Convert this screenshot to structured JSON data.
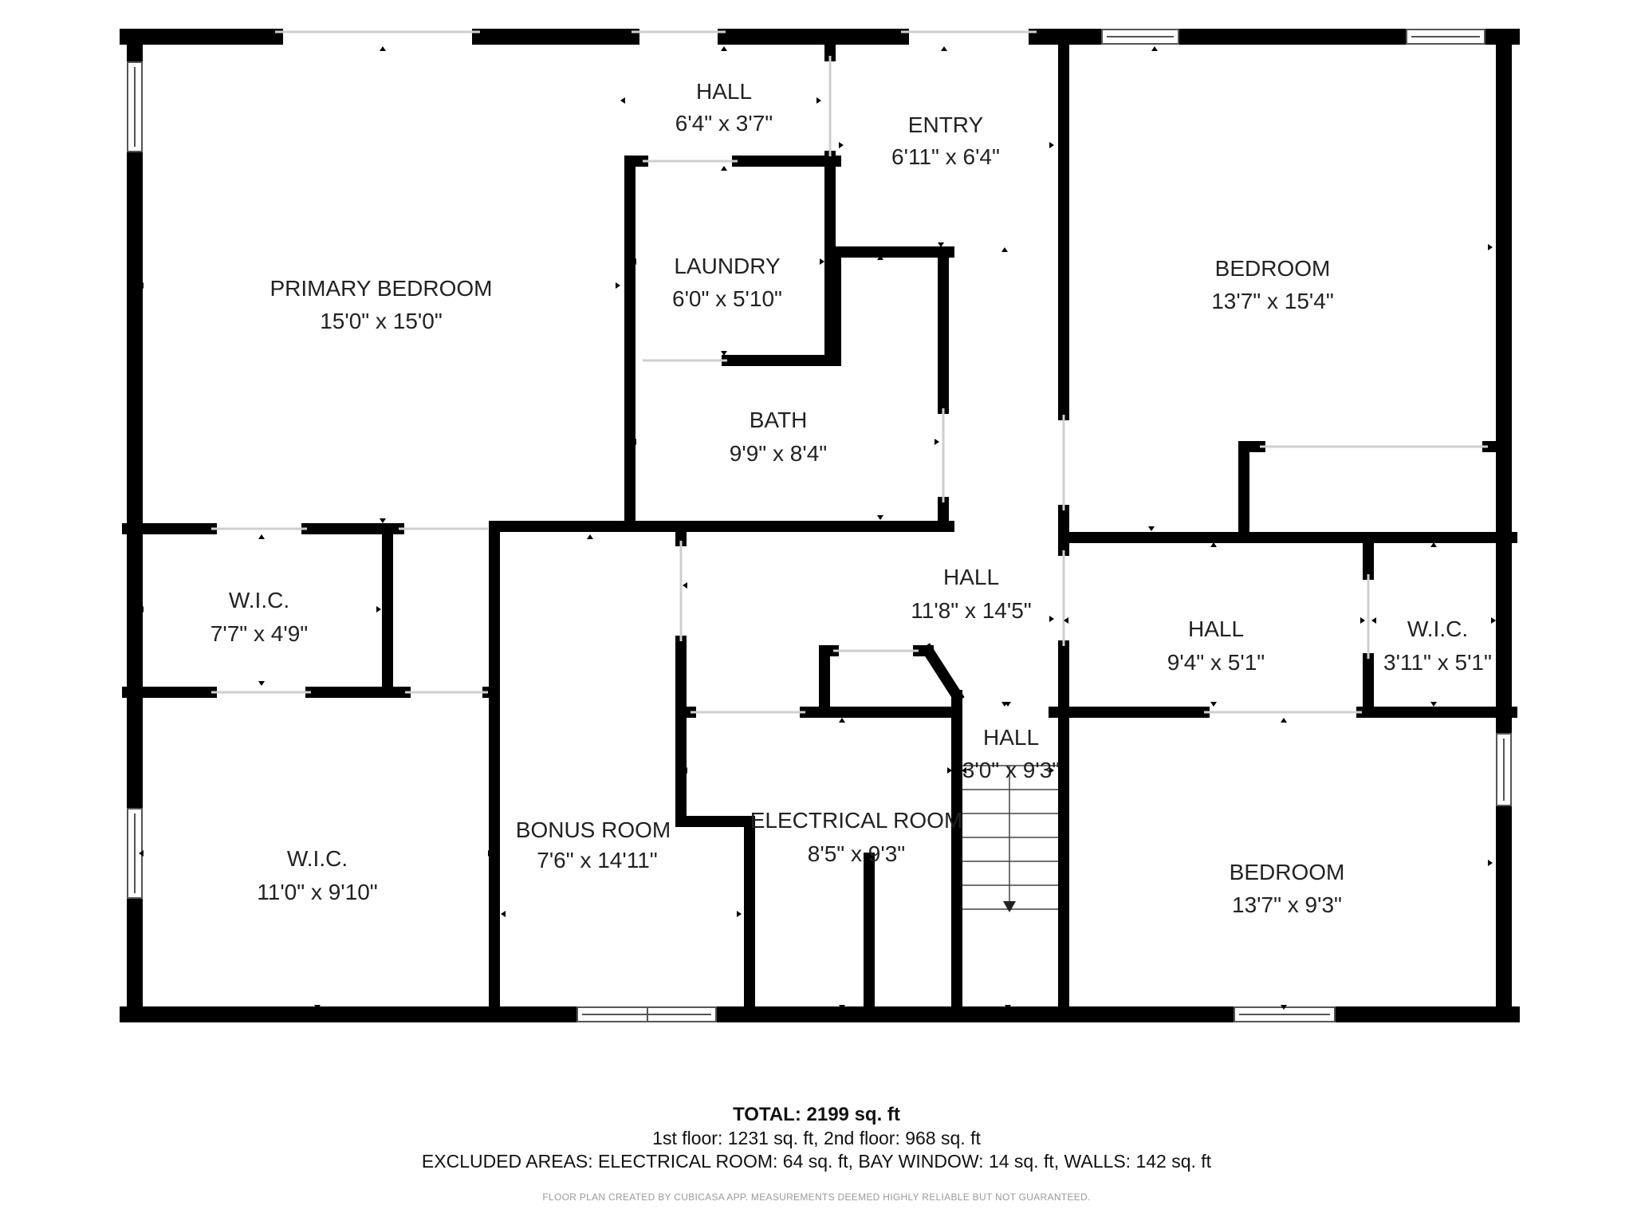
{
  "rooms": [
    {
      "id": "primary-bedroom",
      "name": "PRIMARY BEDROOM",
      "size": "15'0\" x 15'0\""
    },
    {
      "id": "hall-top",
      "name": "HALL",
      "size": "6'4\" x 3'7\""
    },
    {
      "id": "entry",
      "name": "ENTRY",
      "size": "6'11\" x 6'4\""
    },
    {
      "id": "laundry",
      "name": "LAUNDRY",
      "size": "6'0\" x 5'10\""
    },
    {
      "id": "bath",
      "name": "BATH",
      "size": "9'9\" x 8'4\""
    },
    {
      "id": "bedroom-top",
      "name": "BEDROOM",
      "size": "13'7\" x 15'4\""
    },
    {
      "id": "wic-small",
      "name": "W.I.C.",
      "size": "7'7\" x 4'9\""
    },
    {
      "id": "hall-center",
      "name": "HALL",
      "size": "11'8\" x 14'5\""
    },
    {
      "id": "hall-right",
      "name": "HALL",
      "size": "9'4\" x 5'1\""
    },
    {
      "id": "wic-right",
      "name": "W.I.C.",
      "size": "3'11\" x 5'1\""
    },
    {
      "id": "hall-stairs",
      "name": "HALL",
      "size": "3'0\" x 9'3\""
    },
    {
      "id": "wic-large",
      "name": "W.I.C.",
      "size": "11'0\" x 9'10\""
    },
    {
      "id": "bonus-room",
      "name": "BONUS ROOM",
      "size": "7'6\" x 14'11\""
    },
    {
      "id": "electrical-room",
      "name": "ELECTRICAL ROOM",
      "size": "8'5\" x 9'3\""
    },
    {
      "id": "bedroom-bottom",
      "name": "BEDROOM",
      "size": "13'7\" x 9'3\""
    }
  ],
  "summary": {
    "total_label": "TOTAL:",
    "total_value": "2199 sq. ft",
    "floors": "1st floor: 1231 sq. ft, 2nd floor: 968 sq. ft",
    "excluded": "EXCLUDED AREAS: ELECTRICAL ROOM: 64 sq. ft, BAY WINDOW: 14 sq. ft, WALLS: 142 sq. ft",
    "disclaimer": "FLOOR PLAN CREATED BY CUBICASA APP. MEASUREMENTS DEEMED HIGHLY RELIABLE BUT NOT GUARANTEED."
  },
  "colors": {
    "wall": "#000000",
    "background": "#ffffff",
    "text": "#222222"
  }
}
